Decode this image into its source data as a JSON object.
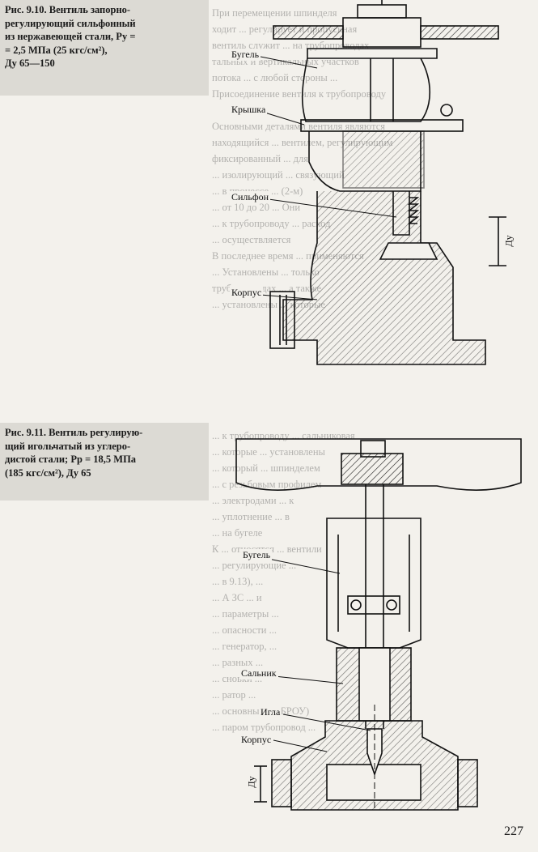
{
  "figure1": {
    "caption_lines": [
      "Рис. 9.10. Вентиль запорно-",
      "регулирующий сильфонный",
      "из нержавеющей стали, Py =",
      "= 2,5 МПа (25 кгс/см²),",
      "Ду 65—150"
    ],
    "labels": {
      "bugel": "Бугель",
      "kryshka": "Крышка",
      "silfon": "Сильфон",
      "korpus": "Корпус",
      "du": "Ду"
    }
  },
  "figure2": {
    "caption_lines": [
      "Рис. 9.11. Вентиль регулирую-",
      "щий игольчатый из углеро-",
      "дистой стали; Pp = 18,5 МПа",
      "(185 кгс/см²), Ду 65"
    ],
    "labels": {
      "bugel": "Бугель",
      "salnik": "Сальник",
      "igla": "Игла",
      "korpus": "Корпус",
      "du": "Ду"
    }
  },
  "background_text_1": [
    "При перемещении шпинделя",
    "ходит ... регулирует и пропускная",
    "вентиль служит ... на трубопроводах",
    "тальных и вертикальных участков",
    "потока ... с любой стороны ...",
    "Присоединение вентиля к трубопроводу",
    "",
    "Основными деталями вентиля являются",
    "находящийся ... вентилем, регулирующим",
    "фиксированный ... для",
    "... изолирующий ... связующий",
    "... в процессе ... (2-м)",
    "... от 10 до 20 ... Они",
    "... к трубопроводу ... расход",
    "... осуществляется",
    "В последнее время ... применяются",
    "... Установлены ... только",
    "трубопроводах ... а также",
    "... установлены ... которые"
  ],
  "background_text_2": [
    "... к трубопроводу ... сальниковая",
    "... которые ... установлены",
    "... который ... шпинделем",
    "... с резьбовым профилем",
    "... электродами ... к",
    "... уплотнение ... в",
    "... на бугеле",
    "К ... относятся ... вентили",
    "... регулирующие ...",
    "... в 9.13), ...",
    "... А ЗС ... и",
    "... параметры ...",
    "... опасности ...",
    "... генератор, ...",
    "... разных ...",
    "... сновки ...",
    "... ратор ...",
    "... основных ... (БРОУ)",
    "... паром трубопровод ..."
  ],
  "page_number": "227"
}
